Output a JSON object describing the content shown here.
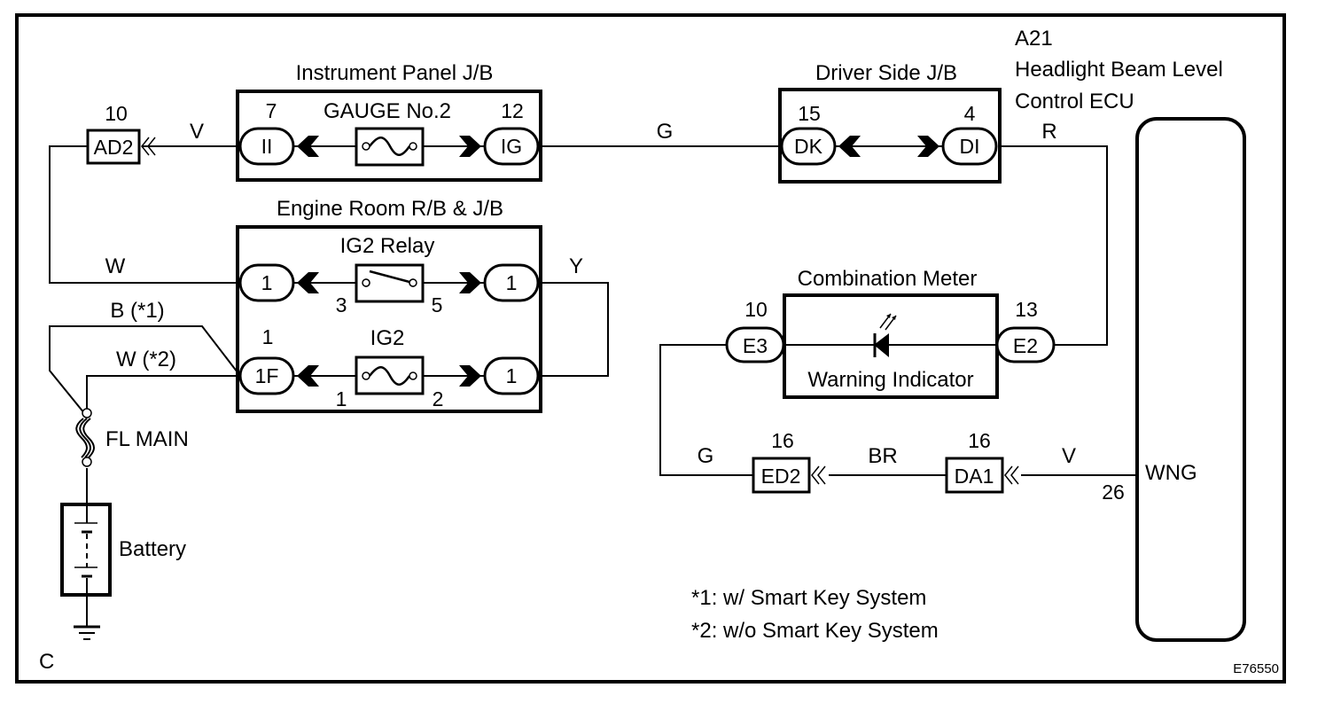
{
  "diagram": {
    "figure_code": "E76550",
    "section_letter": "C",
    "ecu": {
      "code": "A21",
      "name_line1": "Headlight Beam Level",
      "name_line2": "Control ECU",
      "terminal_name": "WNG",
      "terminal_pin": "26"
    },
    "instrument_panel_jb": {
      "title": "Instrument Panel J/B",
      "fuse_label": "GAUGE No.2",
      "left_connector": "II",
      "left_pin": "7",
      "right_connector": "IG",
      "right_pin": "12"
    },
    "driver_side_jb": {
      "title": "Driver Side J/B",
      "left_connector": "DK",
      "left_pin": "15",
      "right_connector": "DI",
      "right_pin": "4"
    },
    "engine_room_jb": {
      "title": "Engine Room R/B & J/B",
      "relay_label": "IG2 Relay",
      "relay_pin_left": "3",
      "relay_pin_right": "5",
      "relay_left_connector": "1",
      "relay_right_connector": "1",
      "fuse_label": "IG2",
      "fuse_pin_left": "1",
      "fuse_pin_right": "2",
      "fuse_left_connector": "1F",
      "fuse_left_connector_pin": "1",
      "fuse_right_connector": "1"
    },
    "combination_meter": {
      "title": "Combination Meter",
      "indicator_label": "Warning Indicator",
      "left_connector": "E3",
      "left_pin": "10",
      "right_connector": "E2",
      "right_pin": "13"
    },
    "inline_connectors": {
      "ad2": {
        "name": "AD2",
        "pin": "10"
      },
      "ed2": {
        "name": "ED2",
        "pin": "16"
      },
      "da1": {
        "name": "DA1",
        "pin": "16"
      }
    },
    "wire_colors": {
      "ad2_to_ii": "V",
      "ig_to_dk": "G",
      "di_to_e2": "R",
      "ad2_to_relay": "W",
      "relay_to_fuse": "Y",
      "b_smart_key": "B (*1)",
      "w_no_smart_key": "W (*2)",
      "e3_to_ed2": "G",
      "ed2_to_da1": "BR",
      "da1_to_ecu": "V"
    },
    "power": {
      "fusible_link": "FL MAIN",
      "battery": "Battery"
    },
    "notes": [
      "*1: w/ Smart Key System",
      "*2: w/o Smart Key System"
    ]
  }
}
